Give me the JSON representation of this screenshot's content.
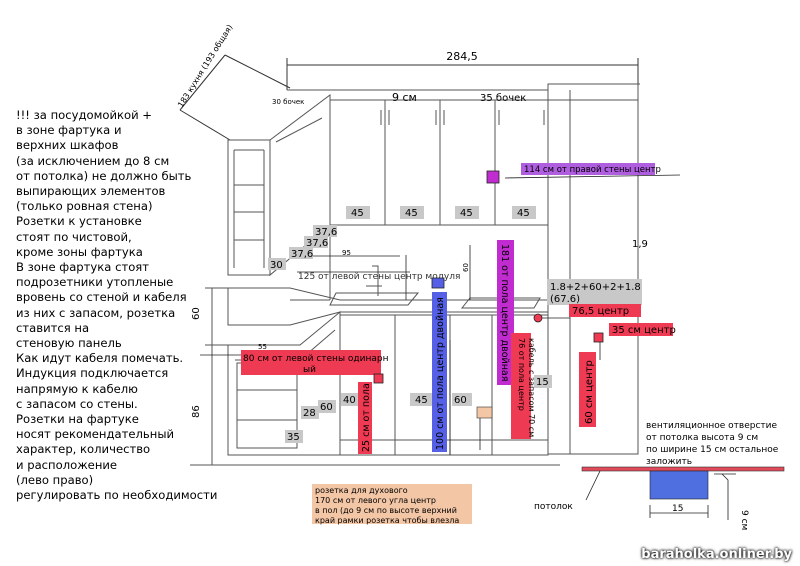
{
  "notes": [
    "!!! за посудомойкой +",
    "в зоне фартука и",
    "верхних шкафов",
    "(за исключением до 8 см",
    "от потолка) не должно быть",
    "выпирающих элементов",
    "(только ровная стена)",
    "Розетки к установке",
    "стоят по чистовой,",
    "кроме зоны фартука",
    "В зоне фартука стоят",
    "подрозетники утопленые",
    "вровень со стеной и кабеля",
    "из них с запасом, розетка",
    "ставится на",
    "стеновую панель",
    "Как идут кабеля помечать.",
    "Индукция подключается",
    "напрямую к кабелю",
    "с запасом со стены.",
    "Розетки на фартуке",
    "носят рекомендательный",
    "характер, количество",
    "и расположение",
    "(лево право)",
    "регулировать по необходимости"
  ],
  "dims": {
    "total_width": "284,5",
    "kitchen_183": "183 кухня (193 общая)",
    "bochek_30": "30 бочек",
    "top_9cm": "9 см",
    "bochek_35": "35 бочек",
    "val_1_9": "1,9",
    "h_60_left": "60",
    "h_86": "86",
    "d_95": "95",
    "d_55": "55",
    "h_60_small": "60",
    "d_376a": "37,6",
    "d_376b": "37,6",
    "d_376c": "37,6",
    "d_30": "30",
    "mod_45a": "45",
    "mod_45b": "45",
    "mod_45c": "45",
    "mod_45d": "45",
    "low_45": "45",
    "low_60": "60",
    "low_40": "40",
    "low_60b": "60",
    "low_28": "28",
    "low_35": "35",
    "low_15": "15",
    "from_left_125": "125 от левой стены центр модуля",
    "formula_1": "1.8+2+60+2+1.8",
    "formula_2": "(67.6)"
  },
  "tags": {
    "t114": "114 см от правой стены центр",
    "t181": "181 от пола центр двойная",
    "t100": "100 см от пола центр двойная",
    "t80_1": "80 см от левой стены одинарн",
    "t80_2": "ый",
    "t25": "25 см от пола",
    "t765": "76,5 центр",
    "t35c": "35 см центр",
    "t60c": "60 см центр",
    "tcable_1": "76 от пола центр",
    "tcable_2": "кабель с запасом 70 см"
  },
  "oven": {
    "lines": [
      "розетка для духового",
      "170 см от левого угла центр",
      "в пол (до 9 см по высоте верхний",
      "край рамки розетка чтобы влезла"
    ]
  },
  "vent": {
    "lines": [
      "вентиляционное отверстие",
      "от потолка высота 9 см",
      "по ширине 15 см остальное",
      "заложить"
    ],
    "ceiling": "потолок",
    "w15": "15",
    "h9": "9 см"
  },
  "watermark": "baraholka.onliner.by",
  "colors": {
    "purple": "#b05ee0",
    "magenta": "#c02cd0",
    "blue": "#5560e6",
    "red": "#ee3a52",
    "salmon": "#f3c6a6",
    "gray": "#c8c8c8",
    "vent_fill": "#4f6ee0",
    "ceiling_red": "#e04a5a"
  }
}
